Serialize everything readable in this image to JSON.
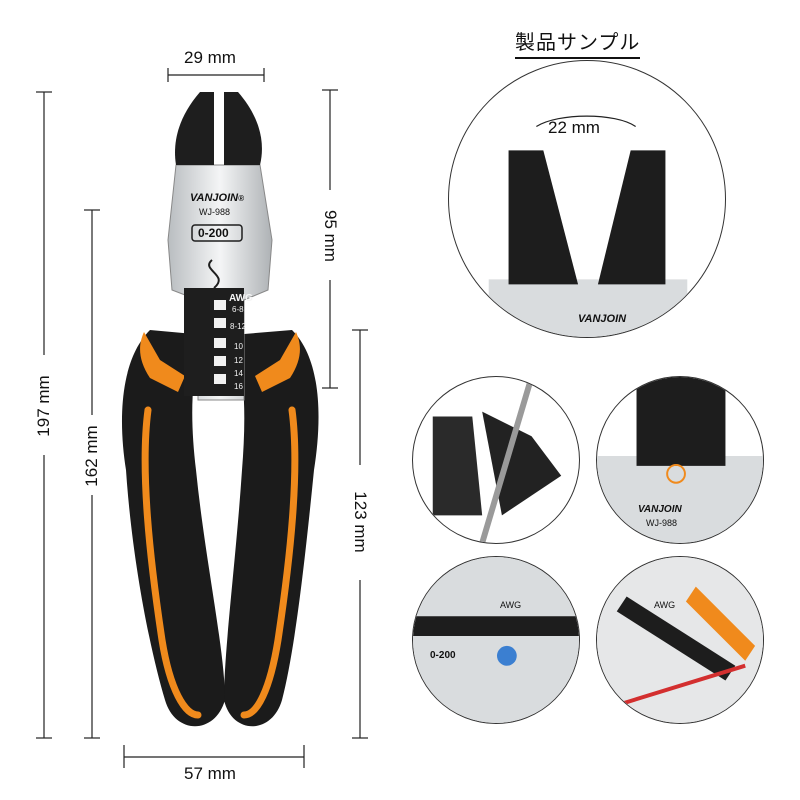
{
  "title": "製品サンプル",
  "dimensions": {
    "head_width": "29 mm",
    "jaw_opening": "22 mm",
    "head_length": "95 mm",
    "total_length": "197 mm",
    "mid_length": "162 mm",
    "handle_length": "123 mm",
    "handle_width": "57 mm"
  },
  "tool": {
    "brand": "VANJOIN",
    "brand_mark": "®",
    "model": "WJ-988",
    "gauge_label": "0-200",
    "awg_label": "AWG",
    "awg_sizes": [
      "6-8",
      "8-12",
      "10",
      "12",
      "14",
      "16"
    ]
  },
  "colors": {
    "orange": "#f08a1c",
    "black": "#1b1b1b",
    "steel": "#d9dcde"
  }
}
